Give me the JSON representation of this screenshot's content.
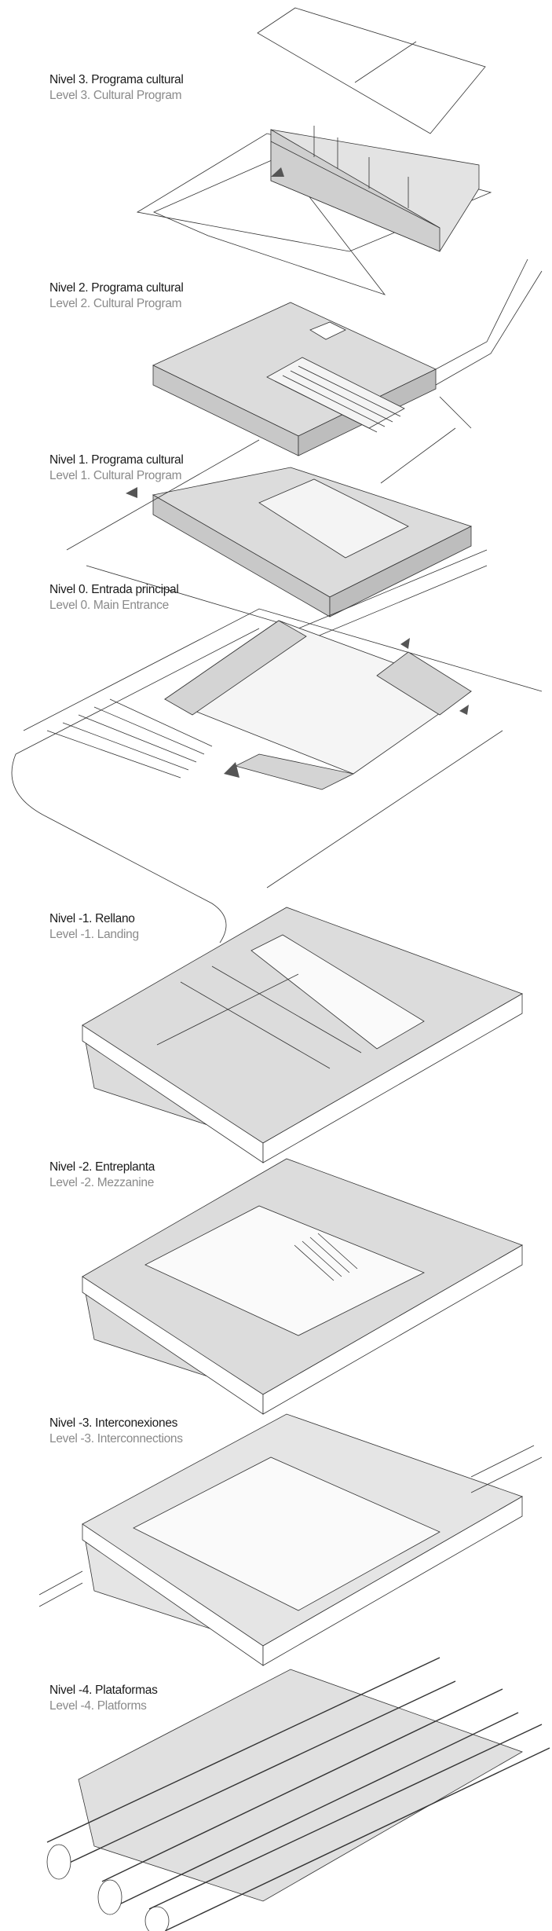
{
  "levels": [
    {
      "es": "Nivel 3. Programa cultural",
      "en": "Level 3. Cultural Program"
    },
    {
      "es": "Nivel 2. Programa cultural",
      "en": "Level 2. Cultural Program"
    },
    {
      "es": "Nivel 1. Programa cultural",
      "en": "Level 1. Cultural Program"
    },
    {
      "es": "Nivel 0. Entrada principal",
      "en": "Level 0. Main Entrance"
    },
    {
      "es": "Nivel -1. Rellano",
      "en": "Level -1. Landing"
    },
    {
      "es": "Nivel -2. Entreplanta",
      "en": "Level -2. Mezzanine"
    },
    {
      "es": "Nivel -3. Interconexiones",
      "en": "Level -3. Interconnections"
    },
    {
      "es": "Nivel -4. Plataformas",
      "en": "Level -4. Platforms"
    }
  ],
  "colors": {
    "line": "#333333",
    "fill": "#d9d9d9",
    "label": "#1a1a1a",
    "sublabel": "#8a8a8a"
  }
}
